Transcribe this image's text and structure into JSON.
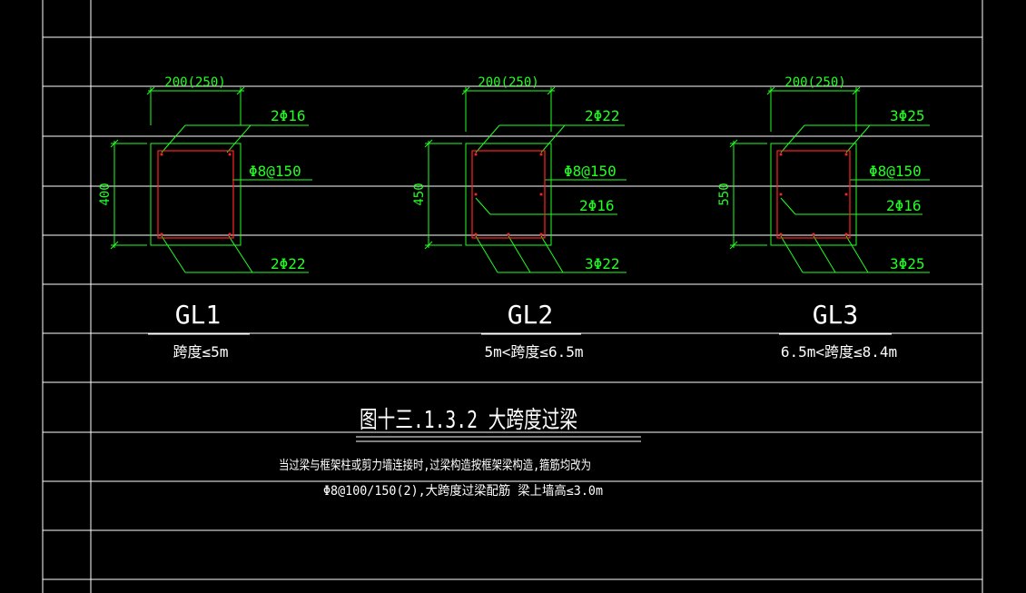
{
  "colors": {
    "background": "#000000",
    "grid": "#ffffff",
    "dimension": "#22ff22",
    "stirrup": "#ff2222",
    "text": "#ffffff"
  },
  "beams": [
    {
      "name": "GL1",
      "span": "跨度≤5m",
      "width_dim": "200(250)",
      "height_dim": "400",
      "top_bar": "2Φ16",
      "stirrup": "Φ8@150",
      "bottom_bar": "2Φ22"
    },
    {
      "name": "GL2",
      "span": "5m<跨度≤6.5m",
      "width_dim": "200(250)",
      "height_dim": "450",
      "top_bar": "2Φ22",
      "stirrup": "Φ8@150",
      "side_bar": "2Φ16",
      "bottom_bar": "3Φ22"
    },
    {
      "name": "GL3",
      "span": "6.5m<跨度≤8.4m",
      "width_dim": "200(250)",
      "height_dim": "550",
      "top_bar": "3Φ25",
      "stirrup": "Φ8@150",
      "side_bar": "2Φ16",
      "bottom_bar": "3Φ25"
    }
  ],
  "figure_title": "图十三.1.3.2  大跨度过梁",
  "note_line1": "当过梁与框架柱或剪力墙连接时,过梁构造按框架梁构造,箍筋均改为",
  "note_line2": "Φ8@100/150(2),大跨度过梁配筋  梁上墙高≤3.0m"
}
